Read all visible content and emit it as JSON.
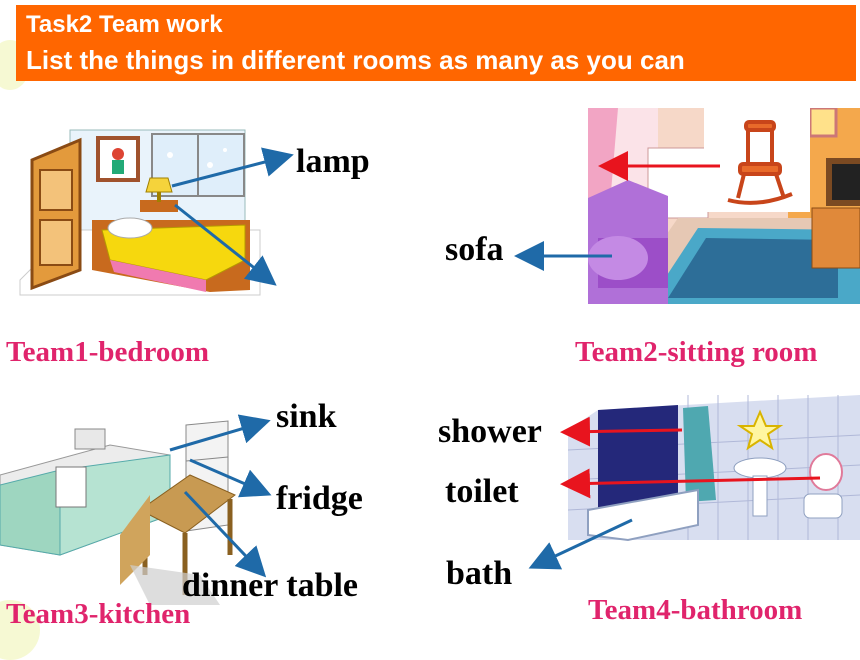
{
  "header": {
    "task": "Task2  Team work",
    "instruction": "List the things in different rooms as many as you can"
  },
  "teams": {
    "team1": "Team1-bedroom",
    "team2": "Team2-sitting room",
    "team3": "Team3-kitchen",
    "team4": "Team4-bathroom"
  },
  "words": {
    "lamp": "lamp",
    "sofa": "sofa",
    "sink": "sink",
    "fridge": "fridge",
    "dinner_table": "dinner table",
    "shower": "shower",
    "toilet": "toilet",
    "bath": "bath"
  },
  "colors": {
    "banner": "#ff6600",
    "team_text": "#e0246c",
    "arrow_blue": "#1f6aa8",
    "arrow_red": "#e8141e"
  }
}
